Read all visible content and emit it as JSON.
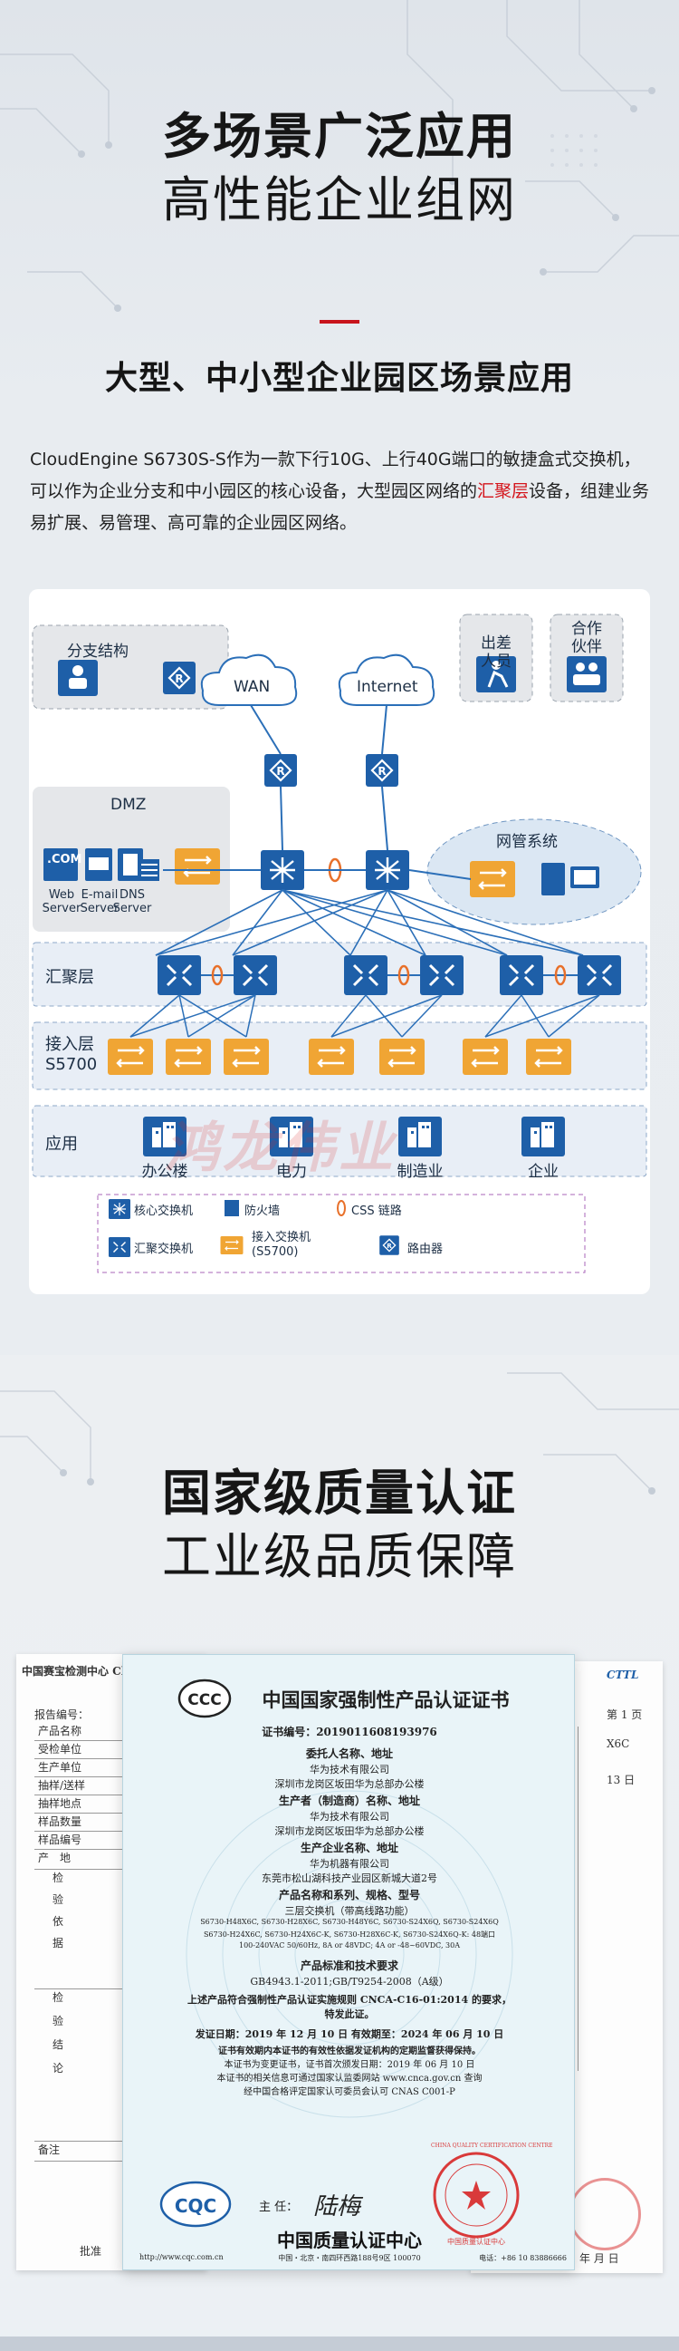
{
  "section1": {
    "title_line1": "多场景广泛应用",
    "title_line2": "高性能企业组网",
    "subtitle": "大型、中小型企业园区场景应用",
    "para_part1": "CloudEngine S6730S-S作为一款下行10G、上行40G端口的敏捷盒式交换机，可以作为企业分支和中小园区的核心设备，大型园区网络的",
    "para_highlight": "汇聚层",
    "para_part2": "设备，组建业务易扩展、易管理、高可靠的企业园区网络。"
  },
  "diagram": {
    "branch": "分支结构",
    "travel_line1": "出差",
    "travel_line2": "人员",
    "partner_line1": "合作",
    "partner_line2": "伙伴",
    "wan": "WAN",
    "internet": "Internet",
    "dmz": "DMZ",
    "com": ".COM",
    "web_line1": "Web",
    "web_line2": "Server",
    "email_line1": "E-mail",
    "email_line2": "Server",
    "dns_line1": "DNS",
    "dns_line2": "Server",
    "nms": "网管系统",
    "agg_layer": "汇聚层",
    "access_line1": "接入层",
    "access_line2": "S5700",
    "app_layer": "应用",
    "apps": [
      "办公楼",
      "电力",
      "制造业",
      "企业"
    ],
    "legend": {
      "core": "核心交换机",
      "firewall": "防火墙",
      "css": "CSS 链路",
      "agg": "汇聚交换机",
      "access_line1": "接入交换机",
      "access_line2": "(S5700)",
      "router": "路由器"
    },
    "watermark": "鸿龙伟业"
  },
  "section2": {
    "title_line1": "国家级质量认证",
    "title_line2": "工业级品质保障"
  },
  "certificate": {
    "title": "中国国家强制性产品认证证书",
    "number": "证书编号：2019011608193976",
    "client_h": "委托人名称、地址",
    "client": "华为技术有限公司",
    "client_addr": "深圳市龙岗区坂田华为总部办公楼",
    "maker_h": "生产者（制造商）名称、地址",
    "maker": "华为技术有限公司",
    "maker_addr": "深圳市龙岗区坂田华为总部办公楼",
    "factory_h": "生产企业名称、地址",
    "factory": "华为机器有限公司",
    "factory_addr": "东莞市松山湖科技产业园区新城大道2号",
    "product_h": "产品名称和系列、规格、型号",
    "product": "三层交换机（带高线路功能）",
    "models_1": "S6730-H48X6C, S6730-H28X6C, S6730-H48Y6C, S6730-S24X6Q, S6730-S24X6Q",
    "models_2": "S6730-H24X6C, S6730-H24X6C-K, S6730-H28X6C-K, S6730-S24X6Q-K: 48端口",
    "models_3": "100-240VAC 50/60Hz, 8A or 48VDC; 4A or -48~60VDC, 30A",
    "std_h": "产品标准和技术要求",
    "std": "GB4943.1-2011;GB/T9254-2008（A级）",
    "rule_1": "上述产品符合强制性产品认证实施规则 CNCA-C16-01:2014 的要求，",
    "rule_2": "特发此证。",
    "dates": "发证日期：2019 年 12 月 10 日    有效期至：2024 年 06 月 10 日",
    "note_1": "证书有效期内本证书的有效性依据发证机构的定期监督获得保持。",
    "note_2": "本证书为变更证书，证书首次颁发日期：2019 年 06 月 10 日",
    "note_3": "本证书的相关信息可通过国家认监委网站 www.cnca.gov.cn 查询",
    "note_4": "经中国合格评定国家认可委员会认可 CNAS C001-P",
    "cqc": "CQC",
    "director": "主  任：",
    "signature": "陆梅",
    "seal_line1": "CHINA QUALITY CERTIFICATION CENTRE",
    "seal_line2": "中国质量认证中心",
    "center": "中国质量认证中心",
    "footer_left": "http://www.cqc.com.cn",
    "footer_mid": "中国・北京・南四环西路188号9区 100070",
    "footer_right": "电话：+86 10 83886666"
  },
  "left_paper": {
    "header": "中国赛宝检测中心 China Te",
    "report_no": "报告编号：",
    "rows": [
      "产品名称",
      "受检单位",
      "生产单位",
      "抽样/送样",
      "抽样地点",
      "样品数量",
      "样品编号",
      "产　地",
      "检",
      "验",
      "依",
      "据",
      "检",
      "验",
      "结",
      "论",
      "备注"
    ],
    "approve": "批准"
  },
  "right_paper": {
    "header": "CTTL",
    "page": "第 1 页",
    "cell1": "X6C",
    "cell2": "13 日",
    "sign": "年 月 日"
  },
  "colors": {
    "accent_red": "#c8141c",
    "core_blue": "#1e5fa8",
    "access_orange": "#f0a534"
  }
}
